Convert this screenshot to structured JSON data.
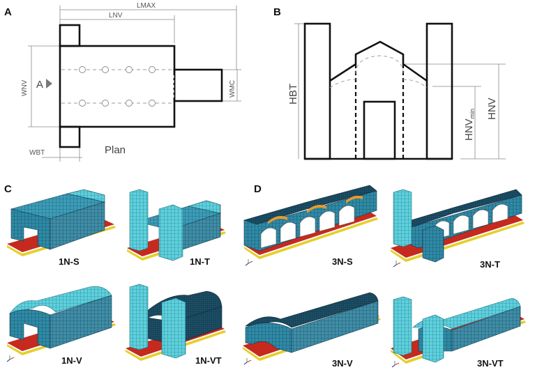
{
  "panels": {
    "a": {
      "letter": "A",
      "dims": {
        "lmax": "LMAX",
        "lnv": "LNV",
        "wnv": "WNV",
        "wmc": "WMC",
        "wbt": "WBT"
      },
      "view_label": "A",
      "plan_label": "Plan"
    },
    "b": {
      "letter": "B",
      "dims": {
        "hbt": "HBT",
        "hnv": "HNV",
        "hnv_min_main": "HNV",
        "hnv_min_sub": "min"
      }
    },
    "c": {
      "letter": "C",
      "models": [
        "1N-S",
        "1N-T",
        "1N-V",
        "1N-VT"
      ]
    },
    "d": {
      "letter": "D",
      "models": [
        "3N-S",
        "3N-T",
        "3N-V",
        "3N-VT"
      ]
    }
  },
  "colors": {
    "mesh": "#2f8aa6",
    "mesh_light": "#5ed0dd",
    "mesh_dark": "#143a4e",
    "base_red": "#c62a1e",
    "base_yellow": "#e4cf2a"
  }
}
